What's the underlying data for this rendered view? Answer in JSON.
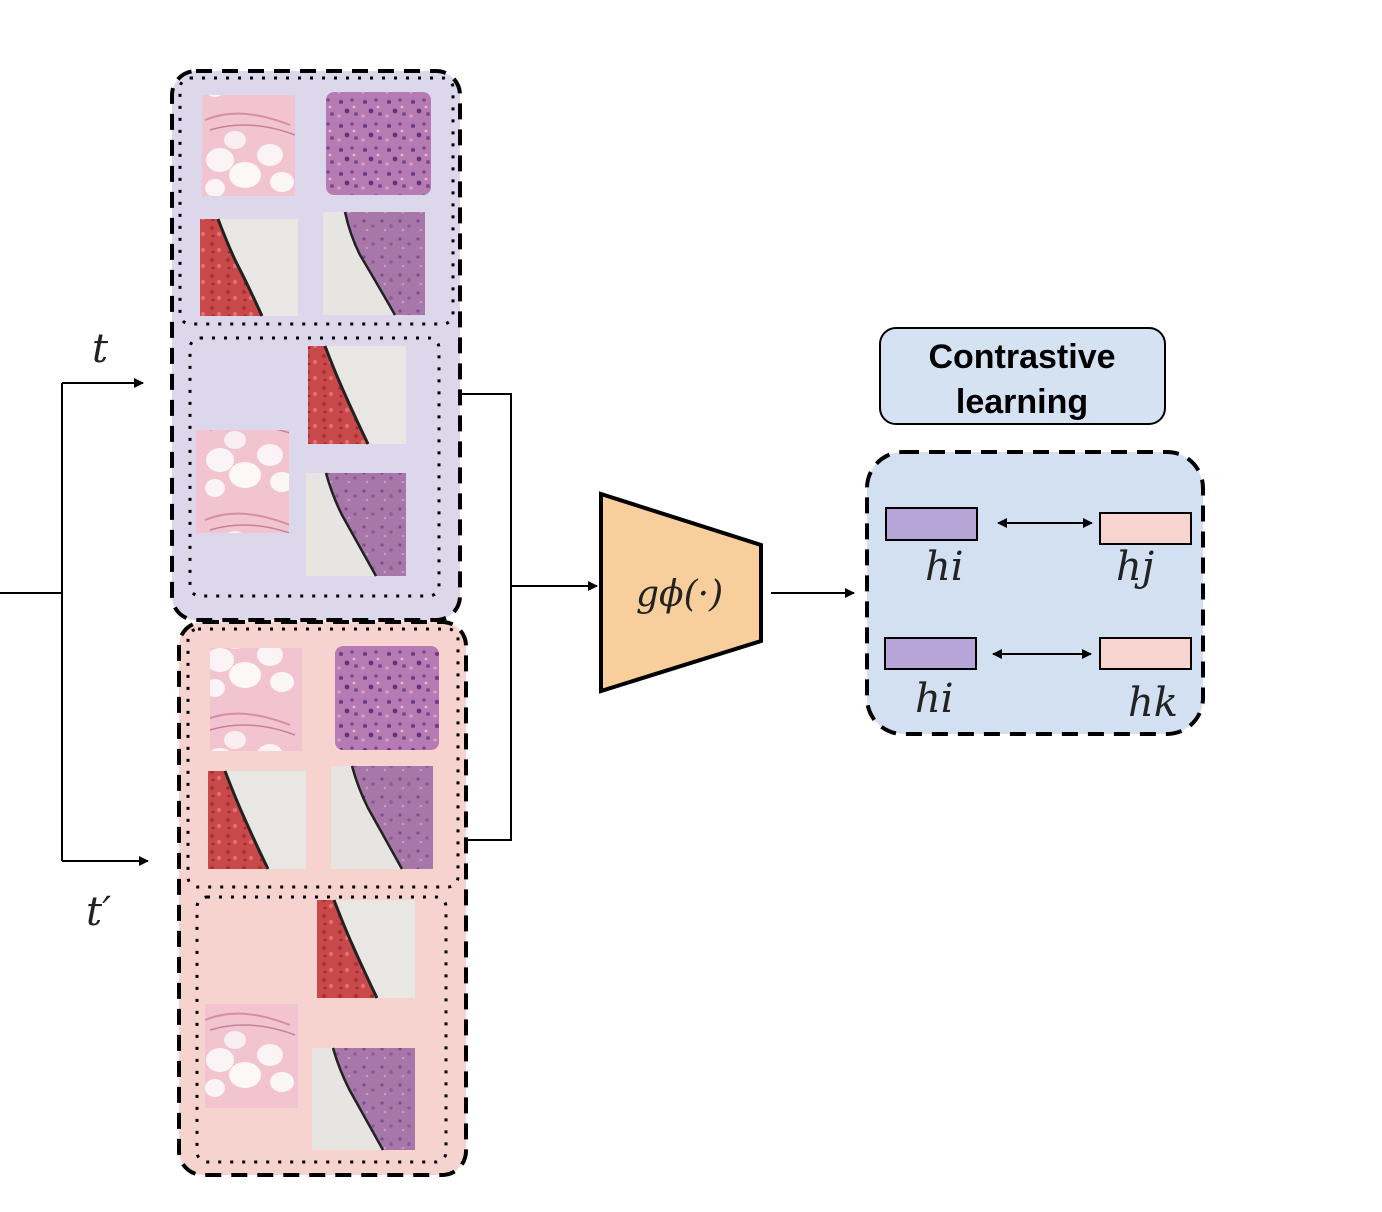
{
  "labels": {
    "branch_t": "t",
    "branch_t_prime": "t′",
    "encoder": "gϕ(·)",
    "contrastive_line1": "Contrastive",
    "contrastive_line2": "learning",
    "h_i_top": "hi",
    "h_j": "hj",
    "h_i_bottom": "hi",
    "h_k": "hk"
  },
  "colors": {
    "purple_panel": "#dcd7ea",
    "pink_panel": "#f6d3cf",
    "encoder_fill": "#f8cf9c",
    "contrastive_box": "#d5e2f2",
    "contrastive_panel": "#d2e0f1",
    "vec_purple": "#b6a5d6",
    "vec_pink": "#f8d4d0"
  },
  "tiles": {
    "fat": "fat-tissue-patch",
    "dense": "dense-tissue-patch",
    "edge_red": "red-edge-patch",
    "edge_purple": "purple-edge-patch"
  }
}
